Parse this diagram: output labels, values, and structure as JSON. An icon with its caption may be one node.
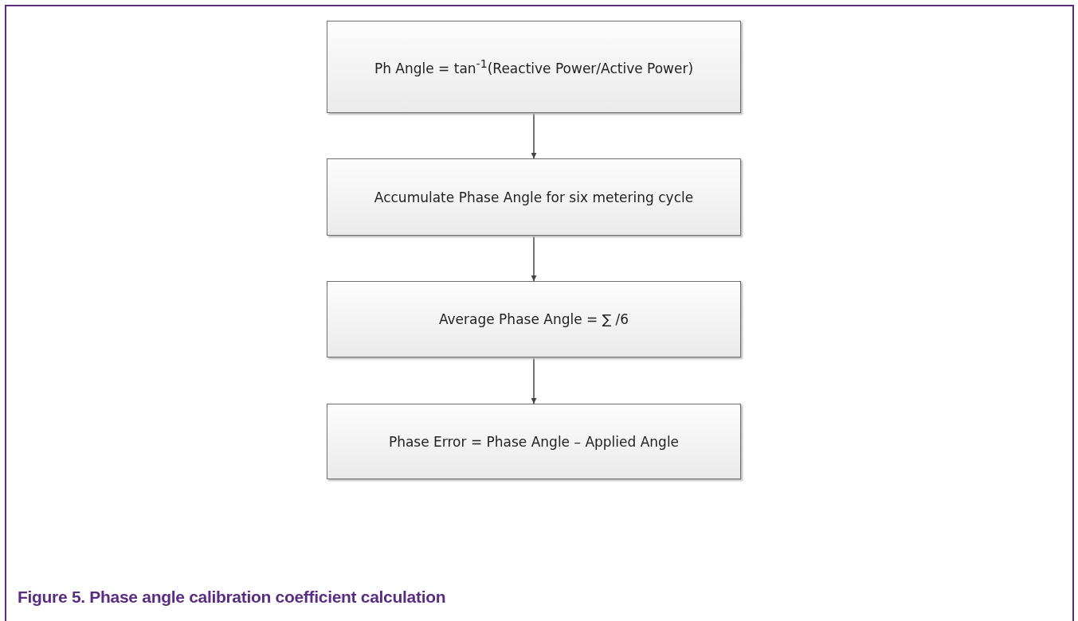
{
  "diagram": {
    "caption": "Figure 5.  Phase angle calibration coefficient calculation",
    "nodes": [
      {
        "text": [
          "Ph Angle = tan$^{-1}$(Reactive Power/Active Power)"
        ]
      },
      {
        "text": [
          "Accumulate Phase Angle for six metering cycle"
        ]
      },
      {
        "text": [
          "Average Phase Angle =  ∑ /6"
        ]
      },
      {
        "text": [
          "Phase Error = Phase Angle – Applied Angle"
        ]
      }
    ],
    "edges": [
      {
        "from": 0,
        "to": 1,
        "arrow": "to"
      },
      {
        "from": 1,
        "to": 2,
        "arrow": "to"
      },
      {
        "from": 2,
        "to": 3,
        "arrow": "to"
      }
    ]
  }
}
